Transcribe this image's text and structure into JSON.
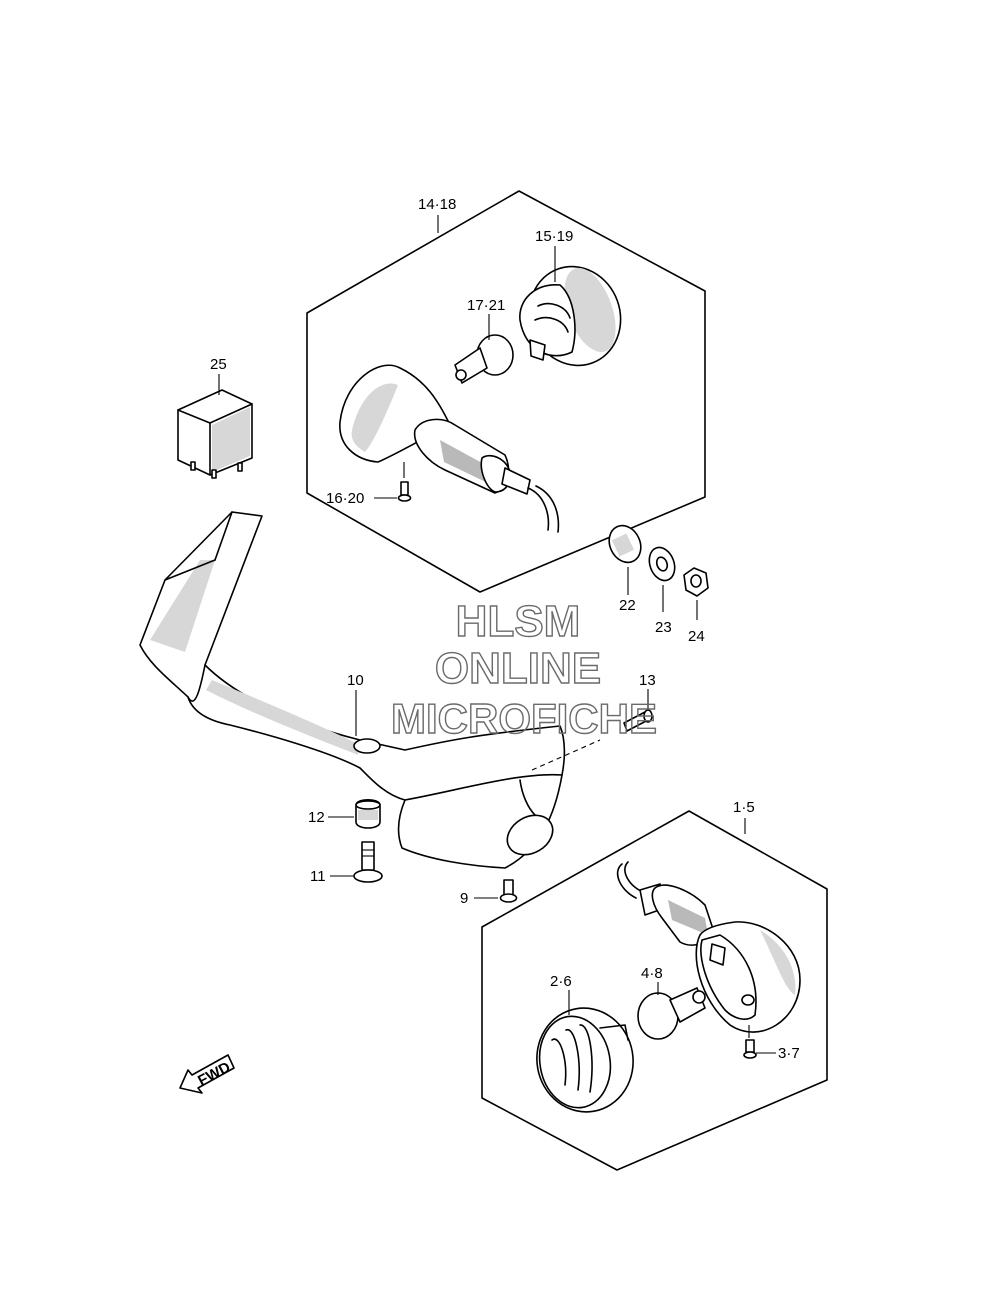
{
  "labels": {
    "p14_18": "14·18",
    "p15_19": "15·19",
    "p17_21": "17·21",
    "p25": "25",
    "p16_20": "16·20",
    "p22": "22",
    "p23": "23",
    "p24": "24",
    "p10": "10",
    "p13": "13",
    "p12": "12",
    "p11": "11",
    "p9": "9",
    "p1_5": "1·5",
    "p2_6": "2·6",
    "p4_8": "4·8",
    "p3_7": "3·7",
    "fwd": "FWD"
  },
  "watermark": {
    "line1": "HLSM",
    "line2": "ONLINE",
    "line3": "MICROFICHE"
  }
}
